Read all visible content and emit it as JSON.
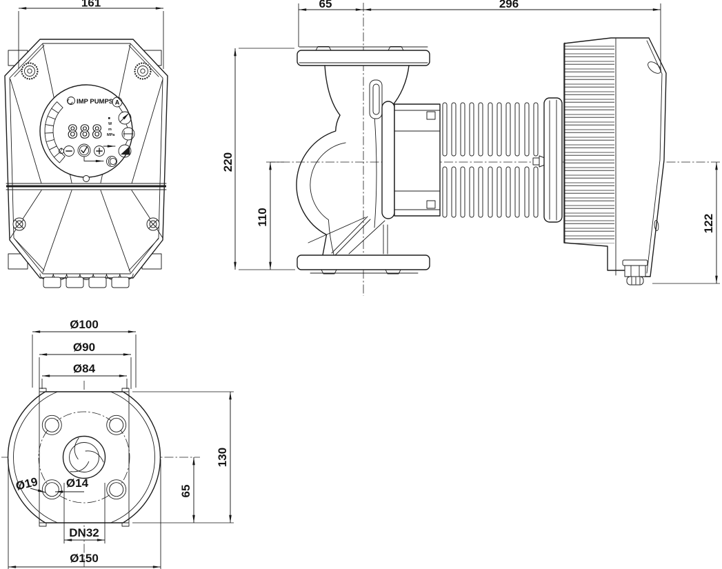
{
  "background": "#ffffff",
  "line_color": "#1c1c1c",
  "front_view": {
    "dim_width": "161",
    "panel": {
      "brand": "IMP PUMPS",
      "auto_mode_label": "A",
      "display_value": "888",
      "unit_top": "W",
      "unit_mid": "m",
      "unit_bottom": "MPa",
      "icons": [
        "power-icon",
        "minus-button-icon",
        "ok-button-icon",
        "plus-button-icon",
        "night-mode-icon",
        "auto-mode-badge",
        "proportional-pressure-icon",
        "constant-pressure-icon",
        "constant-speed-icon",
        "led-arc",
        "brand-logo-icon"
      ]
    }
  },
  "side_view": {
    "dim_flange_to_axis": "65",
    "dim_axis_to_box_end": "296",
    "dim_overall_height": "220",
    "dim_axis_to_flange_bottom": "110",
    "dim_axis_to_terminal_bottom": "122"
  },
  "flange_view": {
    "dim_bolt_head_circle": "Ø100",
    "dim_bolt_circle": "Ø90",
    "dim_raised_face": "Ø84",
    "dim_spot_face": "Ø19",
    "dim_bolt_hole": "Ø14",
    "dim_nominal_port": "DN32",
    "dim_flange_outer": "Ø150",
    "dim_overall_height": "130",
    "dim_axis_to_edge": "65"
  }
}
